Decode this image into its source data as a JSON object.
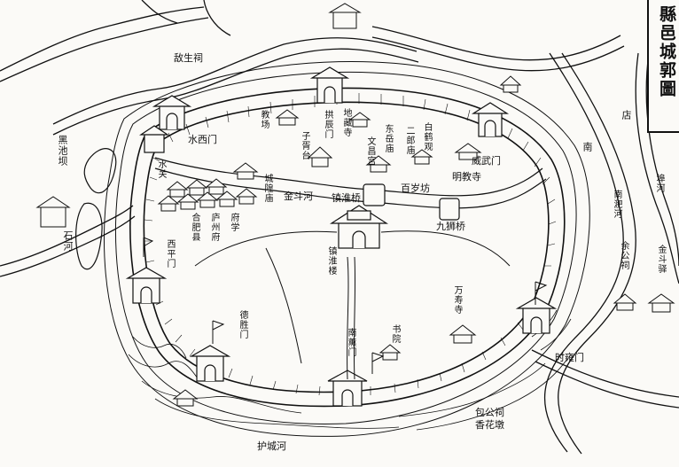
{
  "title": "縣邑城郭圖",
  "labels": {
    "ancestral_hall_top": "敌生祠",
    "jiaochang": "教场",
    "gongchen_gate": "拱辰门",
    "dizang_temple": "地藏寺",
    "zixu_terrace": "子胥台",
    "wenchang_palace": "文昌宫",
    "dongyue_temple": "东岳庙",
    "erlang_temple": "二郎庙",
    "baihe_temple": "白鹤观",
    "weiwu_gate": "威武门",
    "mingjiao_temple": "明教寺",
    "baisui_fang": "百岁坊",
    "shuixi_gate": "水西门",
    "shui_guan": "水关",
    "heichi_ba": "黑池坝",
    "shi_he": "石河",
    "chenghuang_temple": "城隍庙",
    "jindou_river": "金斗河",
    "zhenhuai_bridge": "镇淮桥",
    "jiushi_bridge": "九狮桥",
    "hefei_county": "合肥县",
    "luzhou_prefecture": "庐州府",
    "fuxue": "府学",
    "xiping_gate": "西平门",
    "zhenhuai_tower": "镇淮楼",
    "dian": "店",
    "nan": "南",
    "nanfei_river": "南淝河",
    "dian_bu_he": "埠河",
    "yu_gong_ci": "余公祠",
    "jindou_yi": "金斗驿",
    "wanshou_temple": "万寿寺",
    "desheng_gate": "德胜门",
    "nanxun_gate": "南薰门",
    "shuyuan": "书院",
    "shiyong_gate": "时雍门",
    "baogong_ci": "包公祠",
    "xianghua_dun": "香花墩",
    "moat": "护城河"
  },
  "colors": {
    "ink": "#111111",
    "paper": "#fbfaf7"
  }
}
